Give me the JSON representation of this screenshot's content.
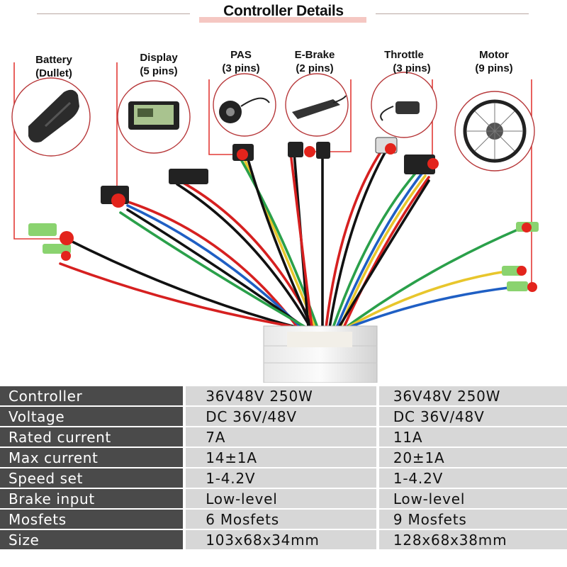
{
  "title": "Controller Details",
  "colors": {
    "accent_dot": "#e3241c",
    "leader_line": "#e23a36",
    "table_header_bg": "#4a4a4a",
    "table_cell_bg": "#d7d7d7"
  },
  "labels": {
    "battery": {
      "name": "Battery",
      "sub": "(Dullet)"
    },
    "display": {
      "name": "Display",
      "sub": "(5 pins)"
    },
    "pas": {
      "name": "PAS",
      "sub": "(3 pins)"
    },
    "ebrake": {
      "name": "E-Brake",
      "sub": "(2 pins)"
    },
    "throttle": {
      "name": "Throttle",
      "sub": "(3 pins)"
    },
    "motor": {
      "name": "Motor",
      "sub": "(9 pins)"
    }
  },
  "specs": [
    {
      "label": "Controller",
      "a": "36V48V 250W",
      "b": "36V48V 250W"
    },
    {
      "label": "Voltage",
      "a": "DC 36V/48V",
      "b": "DC 36V/48V"
    },
    {
      "label": "Rated current",
      "a": "7A",
      "b": "11A"
    },
    {
      "label": "Max current",
      "a": "14±1A",
      "b": "20±1A"
    },
    {
      "label": "Speed set",
      "a": "1-4.2V",
      "b": "1-4.2V"
    },
    {
      "label": "Brake input",
      "a": "Low-level",
      "b": "Low-level"
    },
    {
      "label": "Mosfets",
      "a": "6 Mosfets",
      "b": "9 Mosfets"
    },
    {
      "label": "Size",
      "a": "103x68x34mm",
      "b": "128x68x38mm"
    }
  ]
}
